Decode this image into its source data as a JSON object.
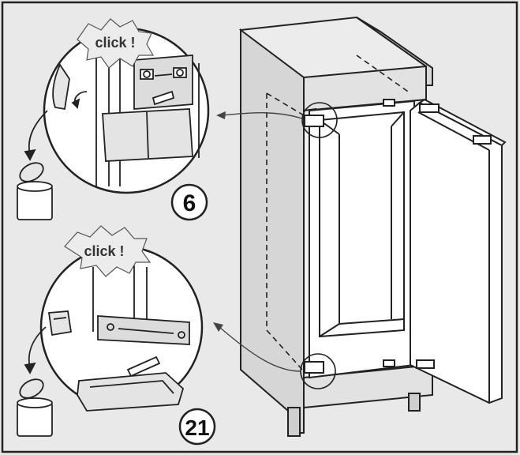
{
  "callouts": {
    "top": {
      "click_text": "click !",
      "step_number": "6"
    },
    "bottom": {
      "click_text": "click !",
      "step_number": "21"
    }
  }
}
